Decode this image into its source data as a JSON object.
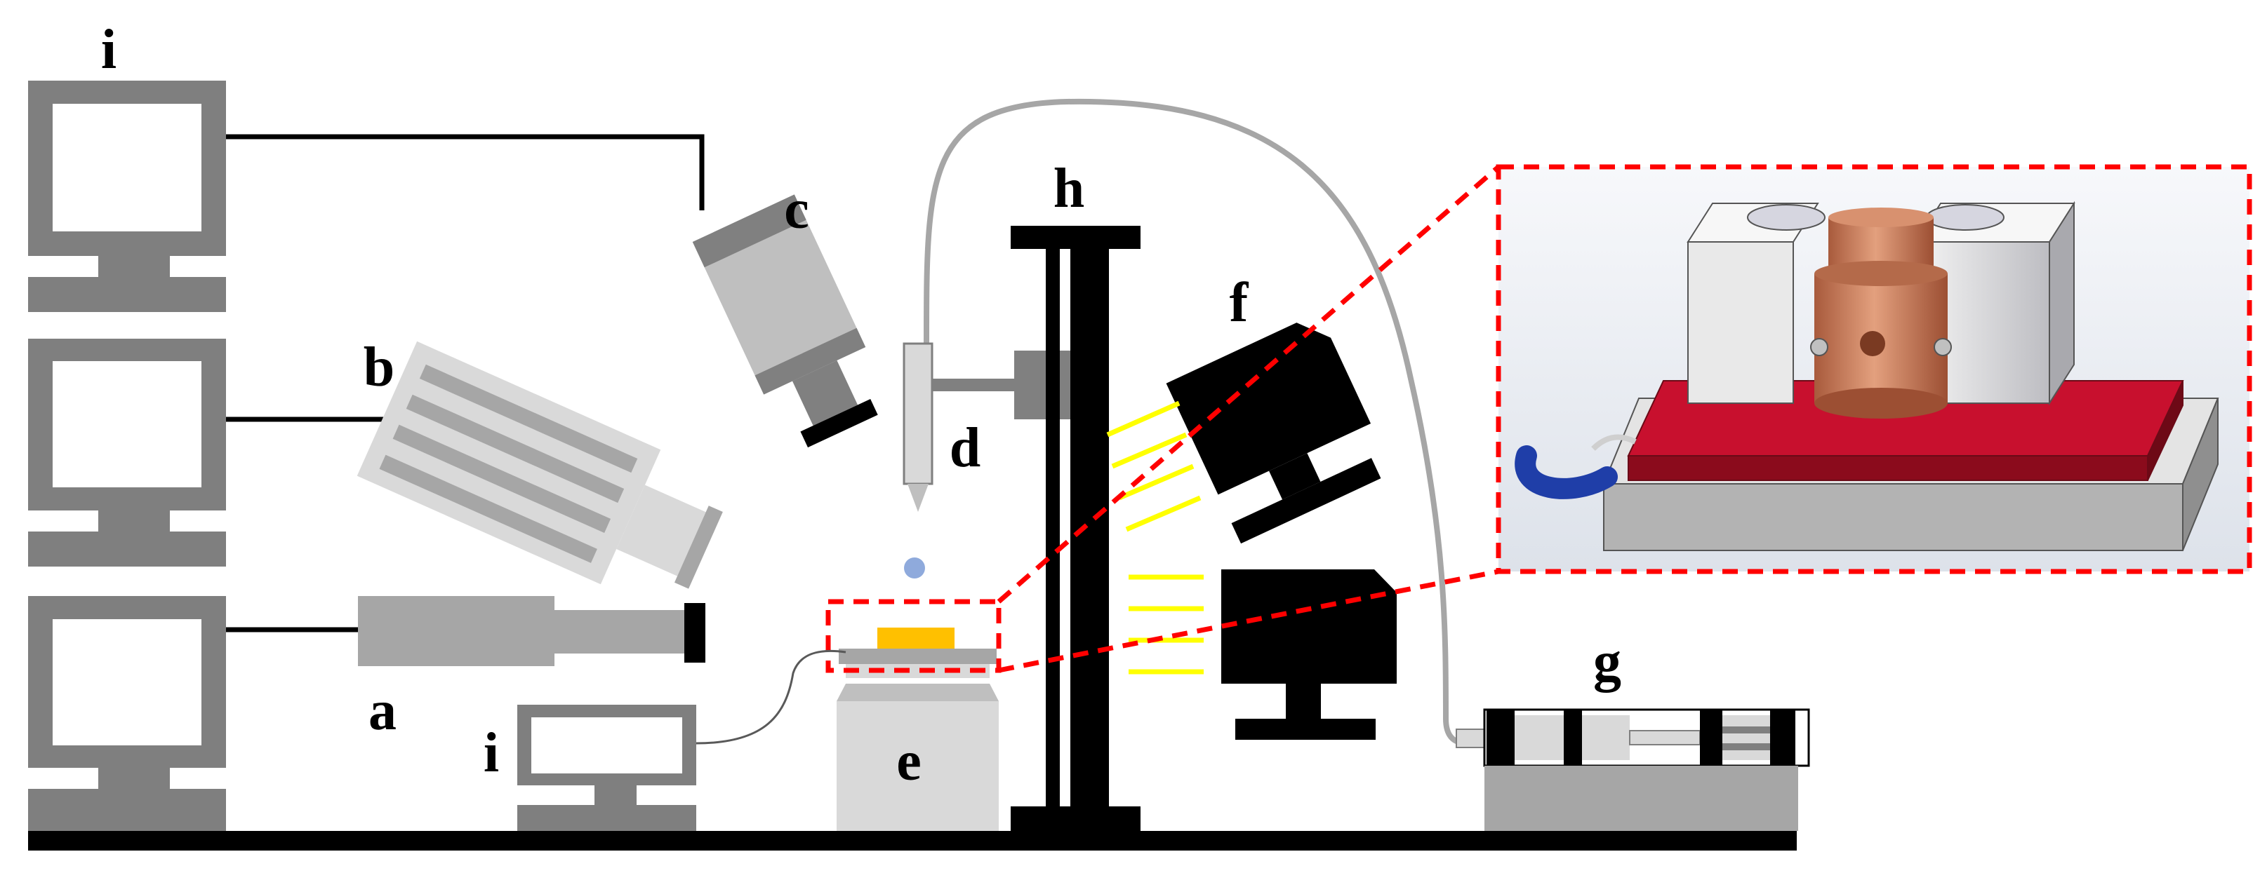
{
  "labels": {
    "a": "a",
    "b": "b",
    "c": "c",
    "d": "d",
    "e": "e",
    "f": "f",
    "g": "g",
    "h": "h",
    "i_top": "i",
    "i_small": "i"
  },
  "colors": {
    "monitor": "#7f7f7f",
    "light_gray": "#d9d9d9",
    "mid_gray": "#a6a6a6",
    "dark_gray": "#808080",
    "black": "#000000",
    "yellow": "#ffff00",
    "orange_sample": "#ffc000",
    "droplet": "#8faadc",
    "dashed_red": "#ff0000",
    "inset_bg": "#eef1f6",
    "copper": "#c87a5a",
    "red_plate": "#b81428",
    "blue_tube": "#1f3ea8"
  }
}
